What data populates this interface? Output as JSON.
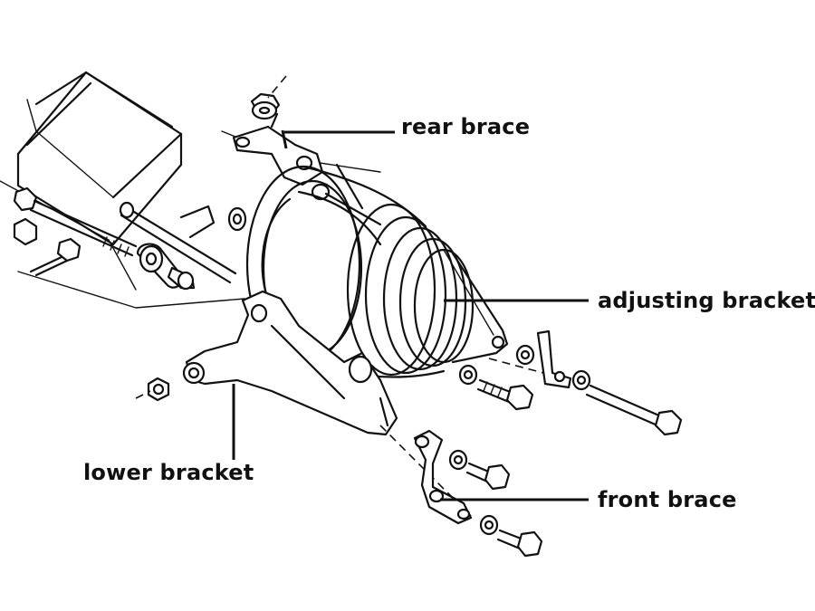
{
  "labels": {
    "rear_brace": "rear brace",
    "adjusting_bracket": "adjusting bracket",
    "lower_bracket": "lower bracket",
    "front_brace": "front brace"
  },
  "colors": {
    "ink": "#111111",
    "background": "#ffffff"
  }
}
